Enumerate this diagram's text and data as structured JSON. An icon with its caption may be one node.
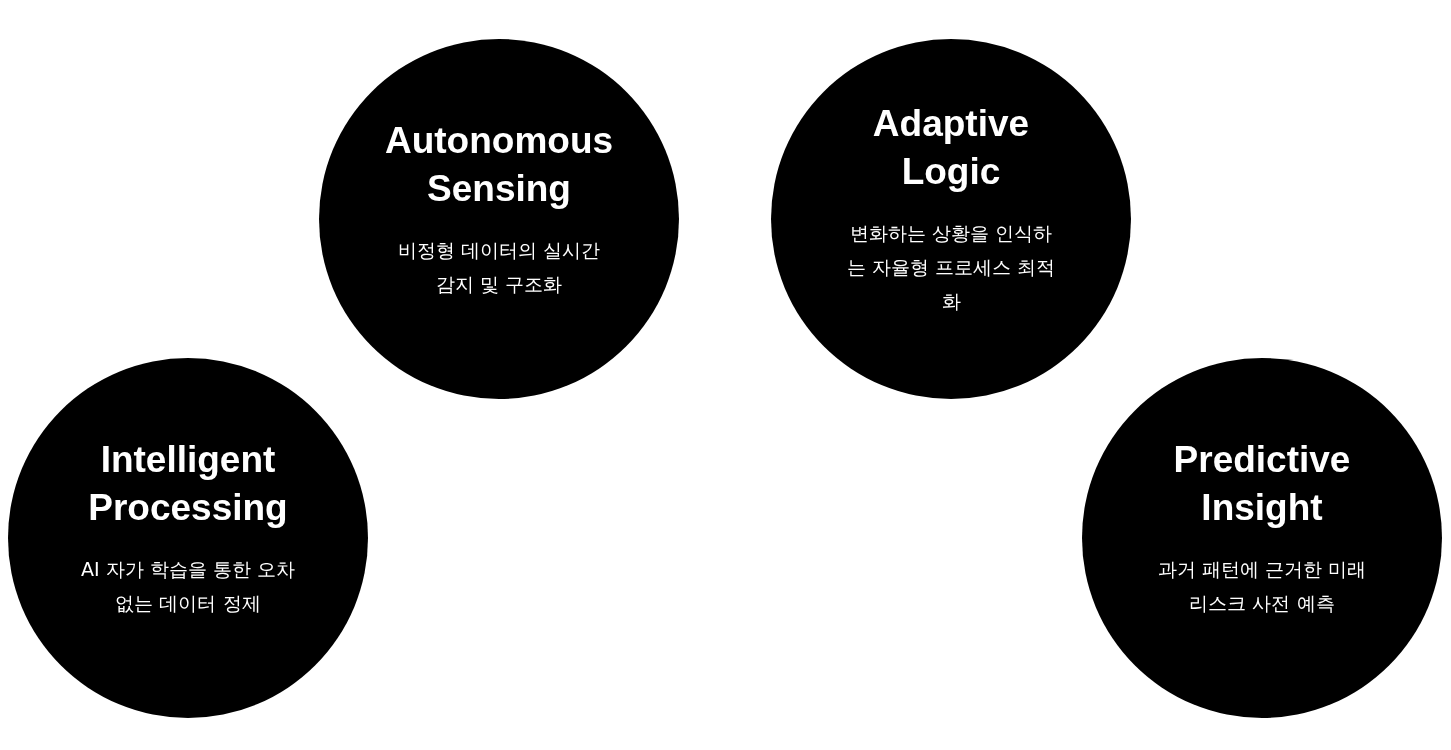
{
  "diagram": {
    "nodes": [
      {
        "text": [
          "Autonomous Sensing",
          "비정형 데이터의 실시간 감지 및 구조화"
        ]
      },
      {
        "text": [
          "Adaptive Logic",
          "변화하는 상황을 인식하는 자율형 프로세스 최적화"
        ]
      },
      {
        "text": [
          "Intelligent Processing",
          "AI 자가 학습을 통한 오차 없는 데이터 정제"
        ]
      },
      {
        "text": [
          "Predictive Insight",
          "과거 패턴에 근거한 미래 리스크 사전 예측"
        ]
      }
    ]
  }
}
